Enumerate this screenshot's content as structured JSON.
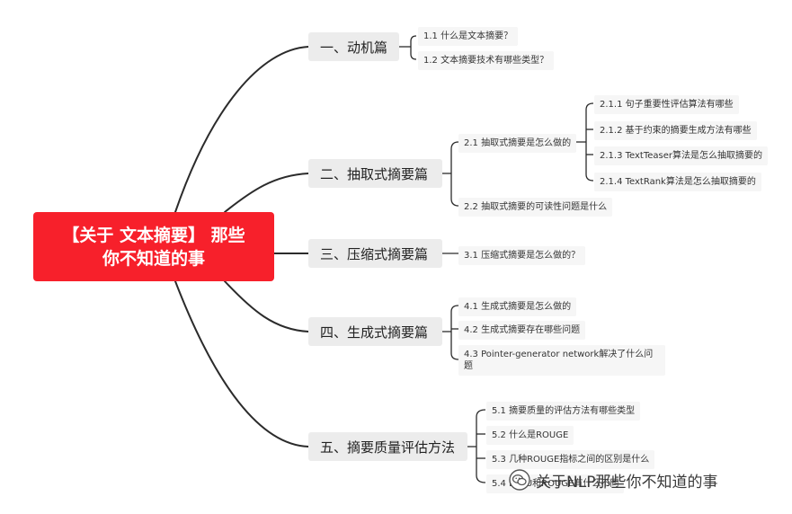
{
  "root": {
    "line1": "【关于 文本摘要】 那些",
    "line2": "你不知道的事"
  },
  "sections": [
    {
      "label": "一、动机篇",
      "items": [
        "1.1 什么是文本摘要？",
        "1.2 文本摘要技术有哪些类型？"
      ]
    },
    {
      "label": "二、抽取式摘要篇",
      "item1": "2.1 抽取式摘要是怎么做的",
      "item1_children": [
        "2.1.1 句子重要性评估算法有哪些",
        "2.1.2 基于约束的摘要生成方法有哪些",
        "2.1.3 TextTeaser算法是怎么抽取摘要的",
        "2.1.4 TextRank算法是怎么抽取摘要的"
      ],
      "item2": "2.2 抽取式摘要的可读性问题是什么"
    },
    {
      "label": "三、压缩式摘要篇",
      "items": [
        "3.1 压缩式摘要是怎么做的？"
      ]
    },
    {
      "label": "四、生成式摘要篇",
      "items": [
        "4.1 生成式摘要是怎么做的",
        "4.2 生成式摘要存在哪些问题",
        "4.3 Pointer-generator network解决了什么问题"
      ]
    },
    {
      "label": "五、摘要质量评估方法",
      "items": [
        "5.1 摘要质量的评估方法有哪些类型",
        "5.2 什么是ROUGE",
        "5.3 几种ROUGE指标之间的区别是什么",
        "5.4 BLEU和ROUGE有什么不同"
      ]
    }
  ],
  "watermark": {
    "text": "关于NLP那些你不知道的事",
    "icon": "wechat-icon"
  },
  "colors": {
    "root_bg": "#f7202b",
    "branch_line": "#2b2b2b",
    "main_bg": "#ececec",
    "sub_bg": "#f6f6f6"
  }
}
